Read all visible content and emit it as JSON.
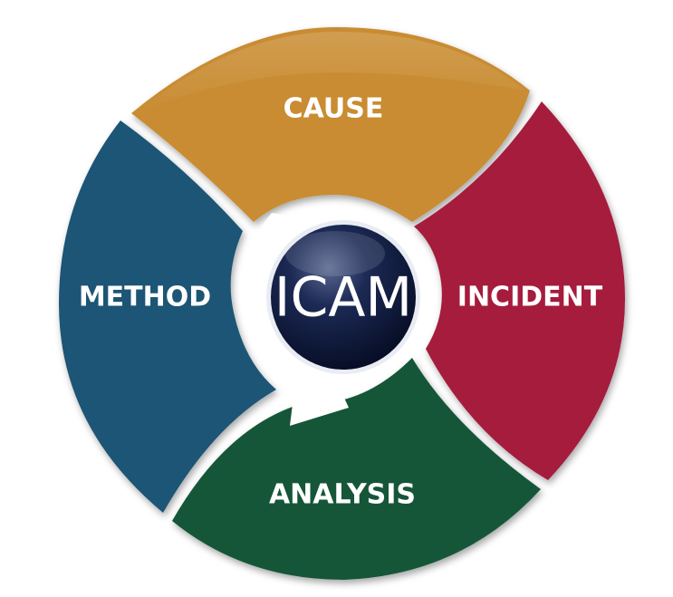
{
  "diagram": {
    "hub": {
      "label": "ICAM",
      "color": "#0c1638"
    },
    "segments": [
      {
        "id": "cause",
        "label": "CAUSE",
        "color": "#c98c32"
      },
      {
        "id": "incident",
        "label": "INCIDENT",
        "color": "#a51b3d"
      },
      {
        "id": "analysis",
        "label": "ANALYSIS",
        "color": "#165638"
      },
      {
        "id": "method",
        "label": "METHOD",
        "color": "#1c5475"
      }
    ],
    "arrow": {
      "color": "#ffffff",
      "icon": "curved-arrow-icon"
    }
  }
}
